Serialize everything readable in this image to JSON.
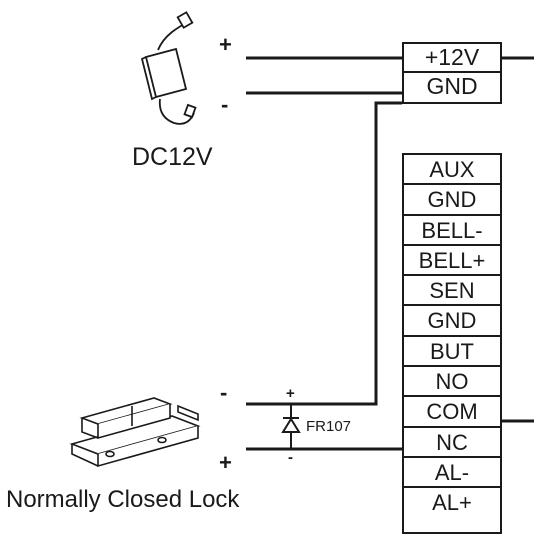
{
  "power_supply": {
    "label": "DC12V",
    "plus": "+",
    "minus": "-",
    "icon": "power-adapter-icon"
  },
  "power_terminals": [
    "+12V",
    "GND"
  ],
  "io_terminals": [
    "AUX",
    "GND",
    "BELL-",
    "BELL+",
    "SEN",
    "GND",
    "BUT",
    "NO",
    "COM",
    "NC",
    "AL-",
    "AL+"
  ],
  "lock": {
    "label": "Normally Closed Lock",
    "minus": "-",
    "plus": "+",
    "icon": "electric-lock-icon"
  },
  "diode": {
    "label": "FR107",
    "anode": "+",
    "cathode": "-"
  },
  "colors": {
    "line": "#1a1a1a",
    "background": "#ffffff"
  }
}
